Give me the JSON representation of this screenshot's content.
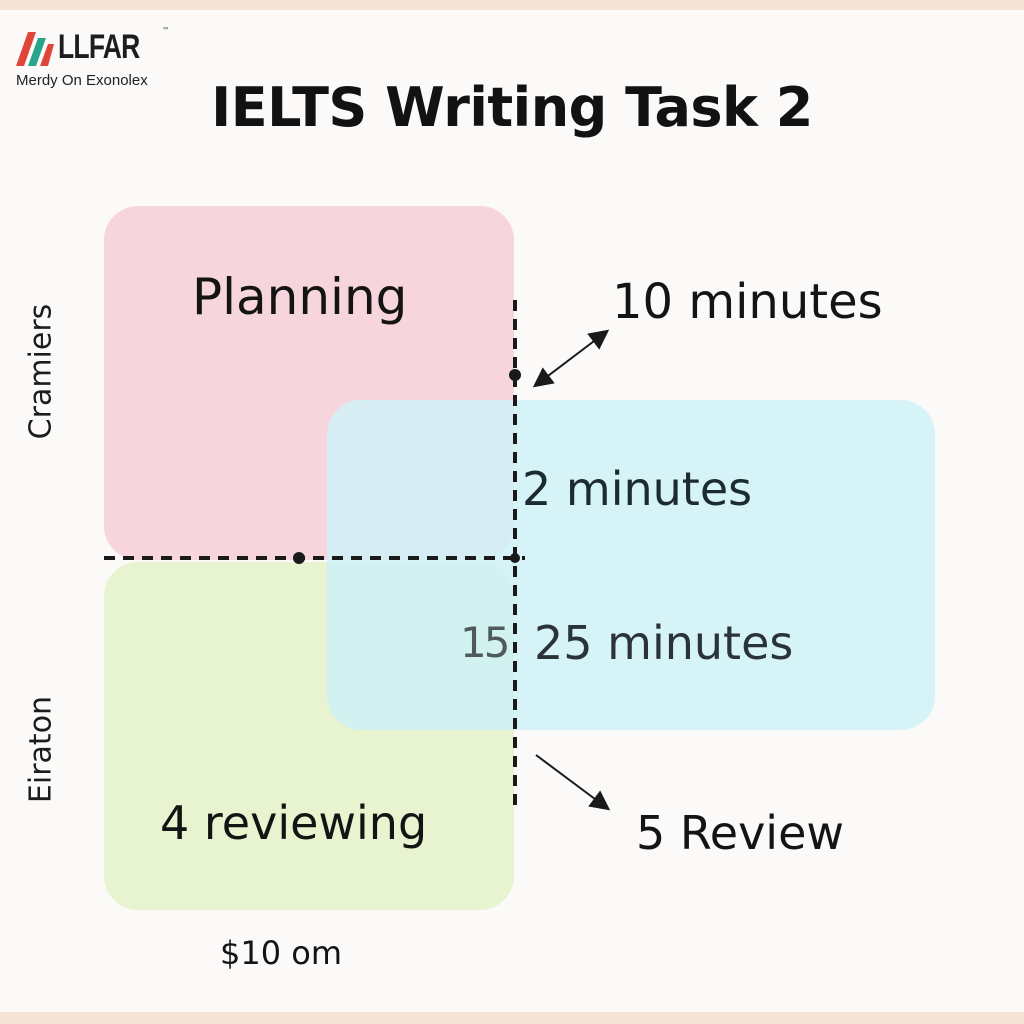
{
  "logo": {
    "wordmark": "LLFAR",
    "tm": "™",
    "tagline": "Merdy On Exonolex",
    "colors": {
      "red": "#e0453a",
      "teal": "#2aa58d"
    }
  },
  "title": "IELTS Writing Task 2",
  "side_labels": {
    "top": "Cramiers",
    "bottom": "Eiraton"
  },
  "boxes": {
    "planning": {
      "label": "Planning",
      "color": "#f7d5dc"
    },
    "middle": {
      "label_2": "2 minutes",
      "label_25": "25 minutes",
      "label_15": "15",
      "color": "#cdf2f8"
    },
    "reviewing": {
      "label": "4 reviewing",
      "color": "#e7f4cf"
    }
  },
  "callouts": {
    "top": "10 minutes",
    "bottom": "5 Review"
  },
  "footer": "$10 om"
}
